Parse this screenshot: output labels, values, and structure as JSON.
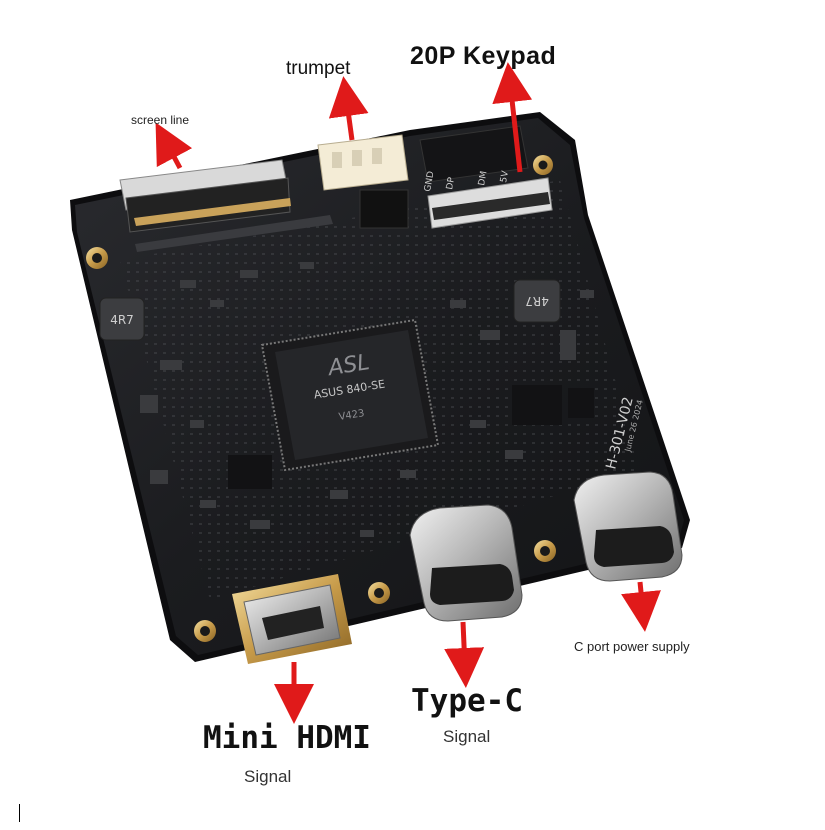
{
  "labels": {
    "screen_line": "screen line",
    "trumpet": "trumpet",
    "keypad": "20P Keypad",
    "c_port_power": "C port power supply",
    "mini_hdmi": "Mini HDMI",
    "mini_hdmi_sub": "Signal",
    "type_c": "Type-C",
    "type_c_sub": "Signal"
  },
  "board_marks": {
    "chip_logo": "ASL",
    "chip_model": "ASUS 840-SE",
    "chip_lot": "V423",
    "inductor_left": "4R7",
    "inductor_right": "4R7",
    "board_id": "H-301-V02",
    "board_date": "June 26 2024",
    "pin_labels": [
      "GND",
      "DP",
      "DM",
      "5V"
    ]
  },
  "colors": {
    "arrow": "#e01a1a",
    "pcb": "#1c1d20",
    "pcb_edge": "#0d0d0f"
  }
}
